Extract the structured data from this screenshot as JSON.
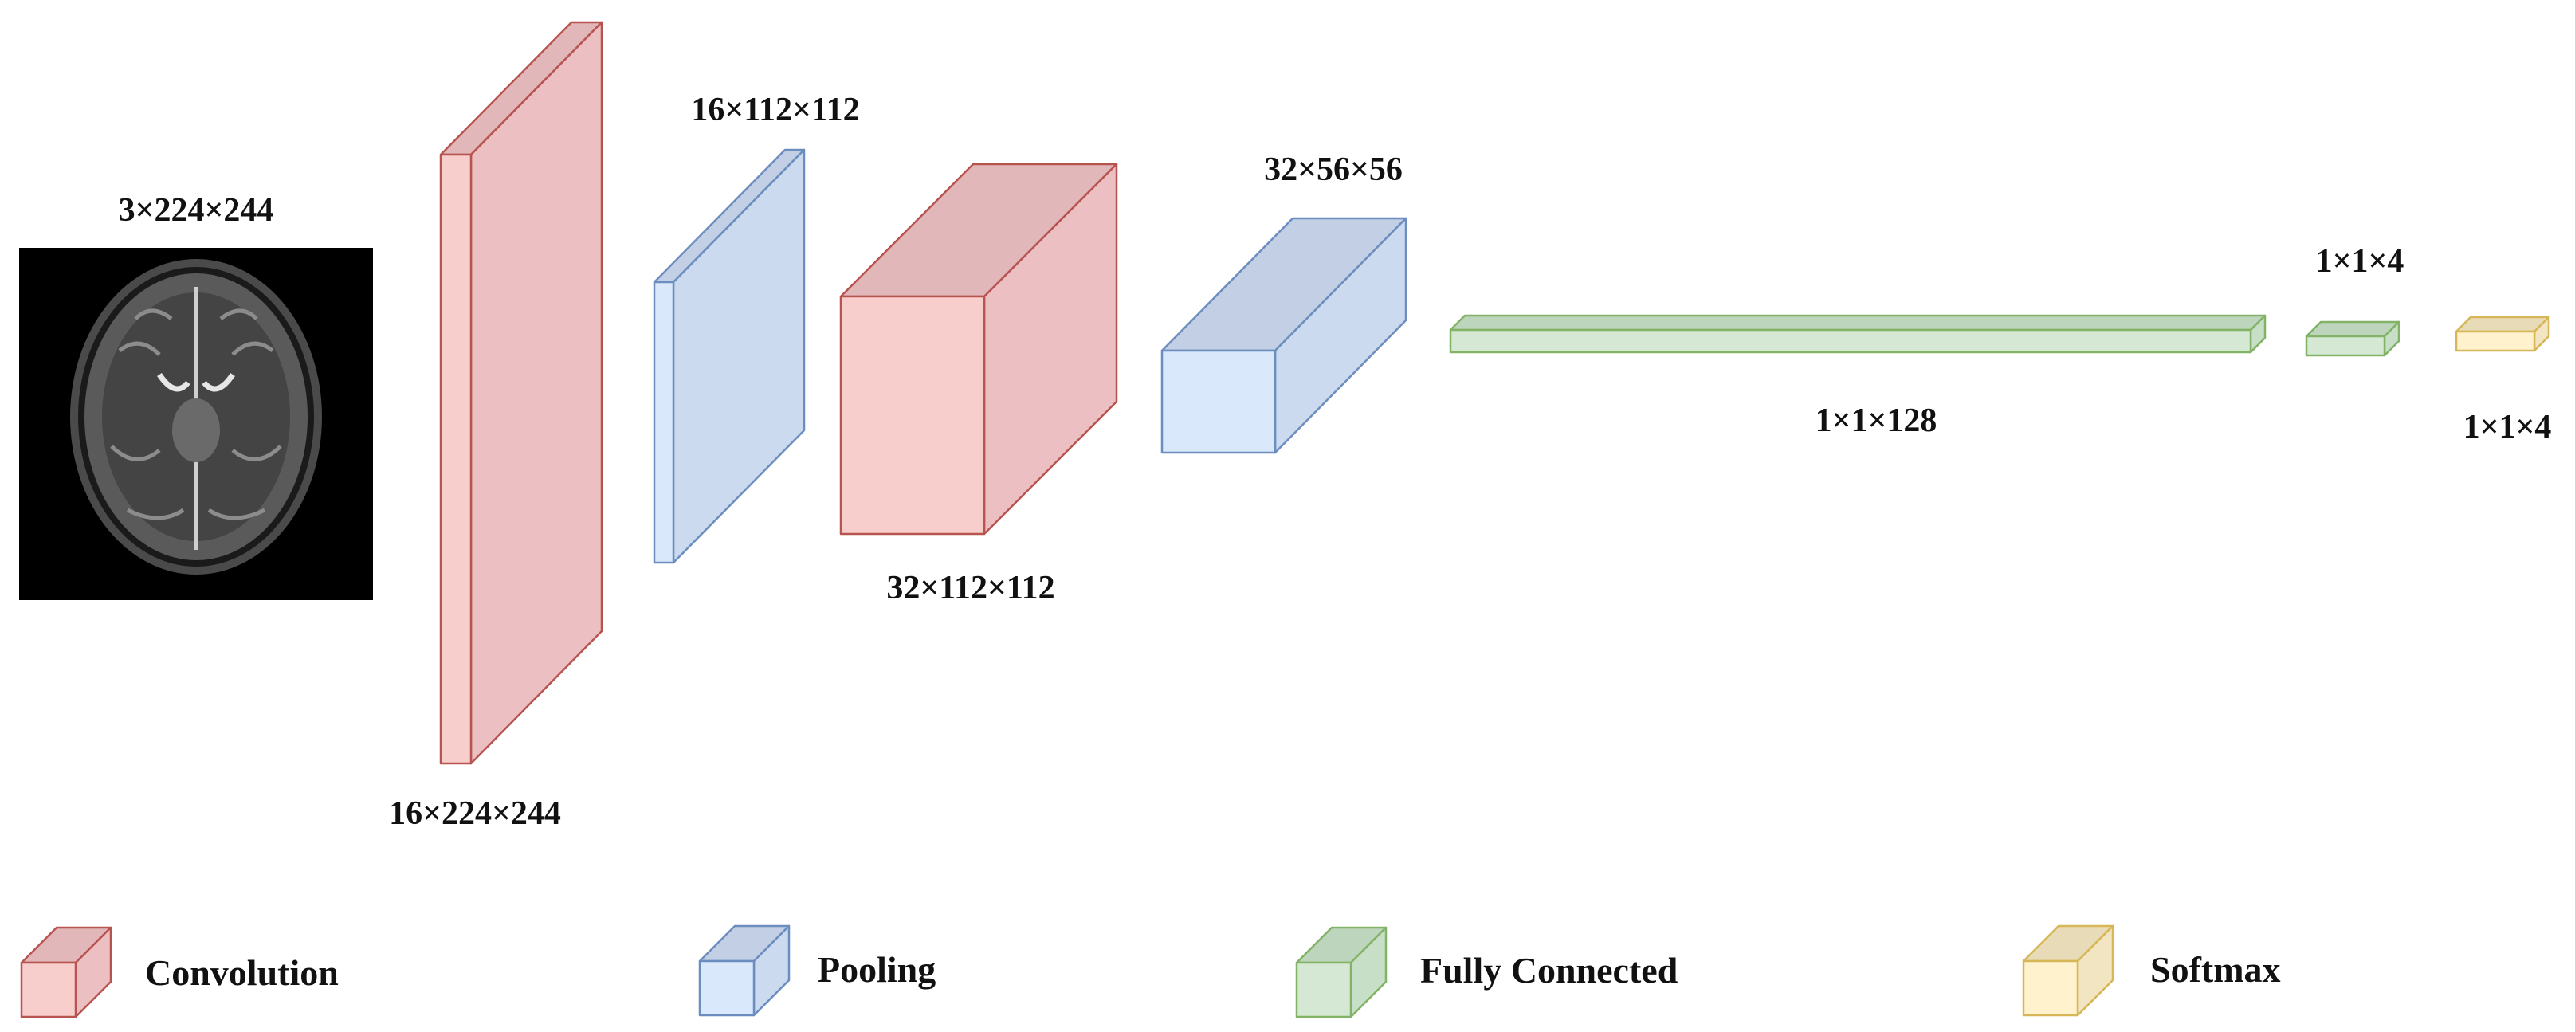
{
  "layers": [
    {
      "label": "3×224×244",
      "kind": "input-image"
    },
    {
      "label": "16×224×244",
      "kind": "convolution"
    },
    {
      "label": "16×112×112",
      "kind": "pooling"
    },
    {
      "label": "32×112×112",
      "kind": "convolution"
    },
    {
      "label": "32×56×56",
      "kind": "pooling"
    },
    {
      "label": "1×1×128",
      "kind": "fully-connected"
    },
    {
      "label": "1×1×4",
      "kind": "fully-connected"
    },
    {
      "label": "1×1×4",
      "kind": "softmax"
    }
  ],
  "legend": [
    {
      "label": "Convolution",
      "kind": "convolution"
    },
    {
      "label": "Pooling",
      "kind": "pooling"
    },
    {
      "label": "Fully Connected",
      "kind": "fully-connected"
    },
    {
      "label": "Softmax",
      "kind": "softmax"
    }
  ],
  "colors": {
    "convolution": {
      "front": "#f8cecc",
      "top": "#e2b7b9",
      "side": "#ecc0c2",
      "stroke": "#b85450"
    },
    "pooling": {
      "front": "#dae8fc",
      "top": "#c3cfe4",
      "side": "#ccdaef",
      "stroke": "#6c8ebf"
    },
    "fully-connected": {
      "front": "#d5e8d4",
      "top": "#bed5bd",
      "side": "#c8dfc7",
      "stroke": "#82b366"
    },
    "softmax": {
      "front": "#fff2cc",
      "top": "#e8dcb8",
      "side": "#f2e6c2",
      "stroke": "#d6b656"
    },
    "image-background": "#000000"
  }
}
